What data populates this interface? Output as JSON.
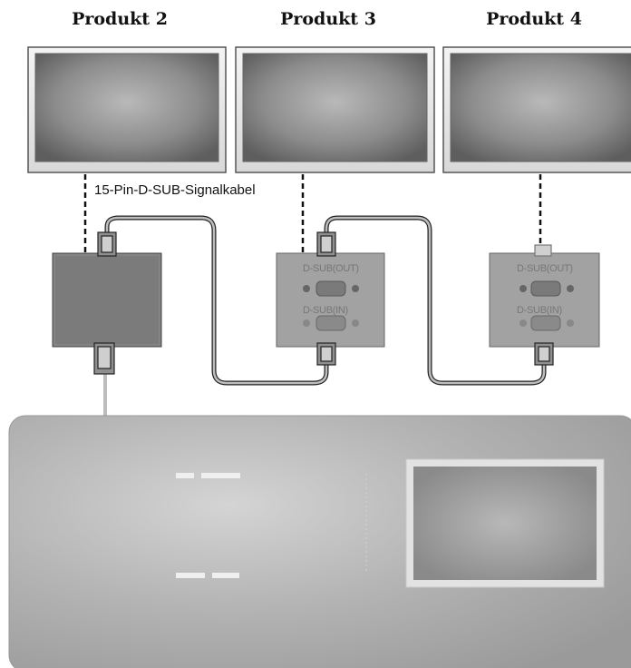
{
  "products": [
    {
      "title": "Produkt 2"
    },
    {
      "title": "Produkt 3"
    },
    {
      "title": "Produkt 4"
    }
  ],
  "cable_label": "15-Pin-D-SUB-Signalkabel",
  "ports": {
    "out": "D-SUB(OUT)",
    "in": "D-SUB(IN)"
  }
}
